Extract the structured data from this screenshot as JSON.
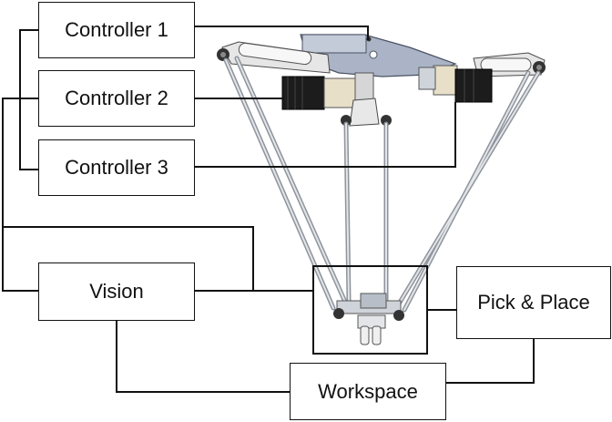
{
  "diagram": {
    "blocks": {
      "controller_1": "Controller 1",
      "controller_2": "Controller 2",
      "controller_3": "Controller 3",
      "vision": "Vision",
      "pick_place": "Pick & Place",
      "workspace": "Workspace"
    },
    "colors": {
      "line": "#111111",
      "frame_metal": "#a9b3c4",
      "rod_metal": "#c9ccd1",
      "motor_black": "#1c1c1c",
      "gearbox": "#e8dfc9"
    },
    "illustration": "delta-robot"
  }
}
